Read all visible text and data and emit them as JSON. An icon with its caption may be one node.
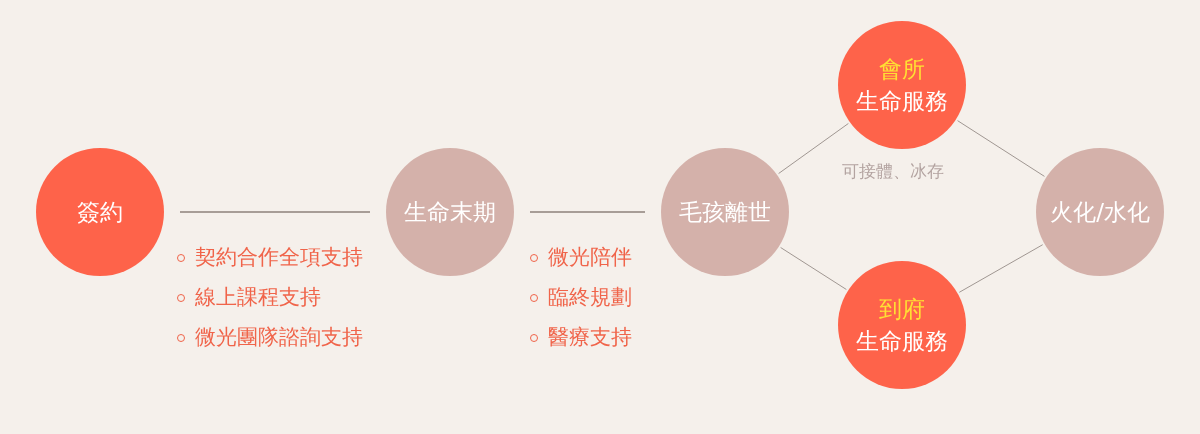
{
  "diagram": {
    "nodes": [
      {
        "text": [
          "簽約"
        ]
      },
      {
        "text": [
          "生命末期"
        ]
      },
      {
        "text": [
          "毛孩離世"
        ]
      },
      {
        "text": [
          "會所",
          "生命服務"
        ]
      },
      {
        "text": [
          "到府",
          "生命服務"
        ]
      },
      {
        "text": [
          "火化/水化"
        ]
      }
    ],
    "edges": [
      {
        "from": 0,
        "to": 1,
        "arrow": "none"
      },
      {
        "from": 1,
        "to": 2,
        "arrow": "none"
      },
      {
        "from": 2,
        "to": 3,
        "arrow": "none"
      },
      {
        "from": 3,
        "to": 5,
        "arrow": "none"
      },
      {
        "from": 2,
        "to": 4,
        "arrow": "none"
      },
      {
        "from": 4,
        "to": 5,
        "arrow": "none"
      }
    ],
    "labels": [
      "契約合作全項支持",
      "線上課程支持",
      "微光團隊諮詢支持",
      "微光陪伴",
      "臨終規劃",
      "醫療支持",
      "可接體、冰存"
    ]
  }
}
